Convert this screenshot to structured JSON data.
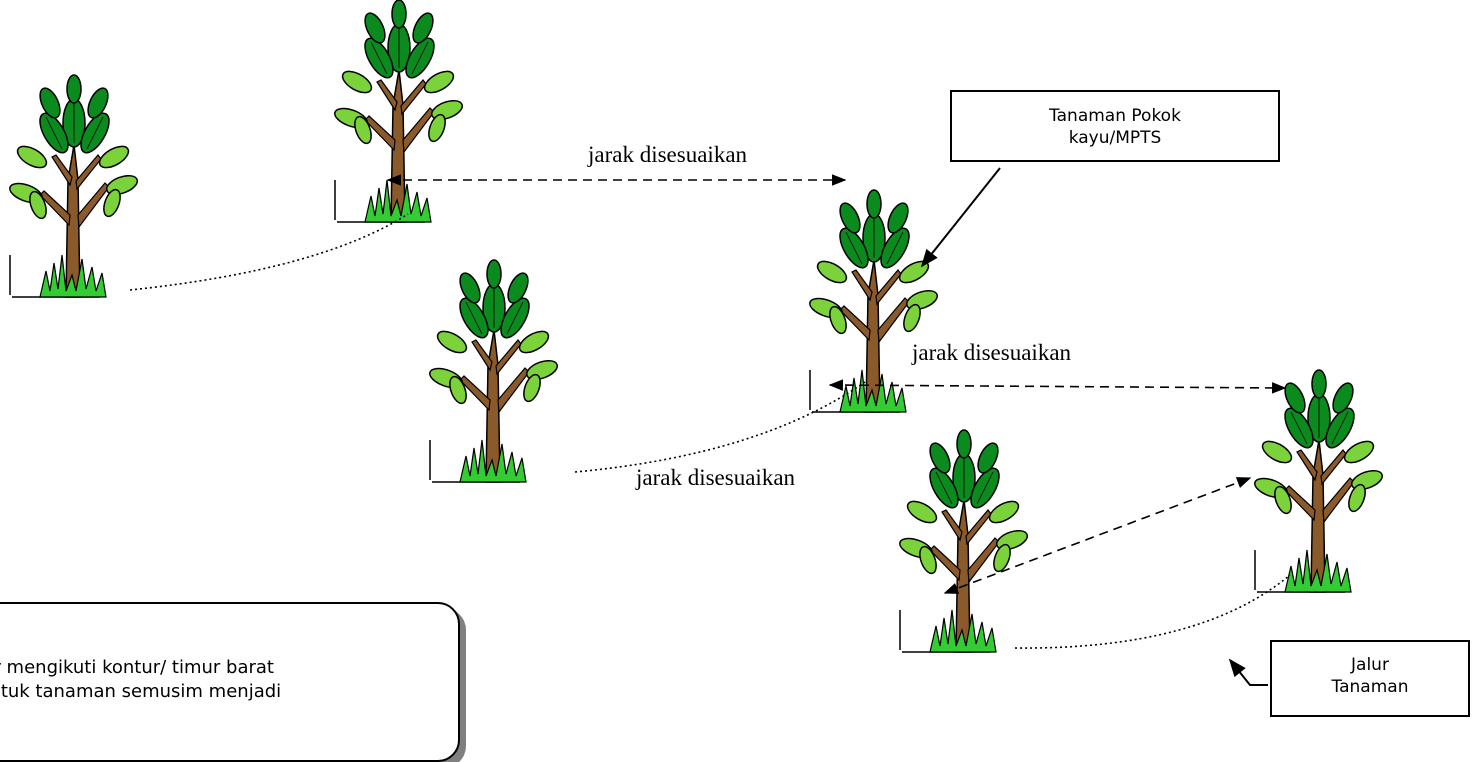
{
  "labels": {
    "spacing": "jarak disesuaikan"
  },
  "callout_tree": {
    "line1": "Tanaman Pokok",
    "line2": "kayu/MPTS"
  },
  "callout_row": {
    "line1": "Jalur",
    "line2": "Tanaman"
  },
  "note": {
    "line1": "alur mengikuti kontur/ timur barat",
    "line2": "untuk tanaman semusim menjadi"
  },
  "colors": {
    "leaf_dark": "#0b8a1e",
    "leaf_light": "#7cd23a",
    "trunk": "#8b5a2b",
    "grass": "#33cc33",
    "outline": "#000000"
  }
}
